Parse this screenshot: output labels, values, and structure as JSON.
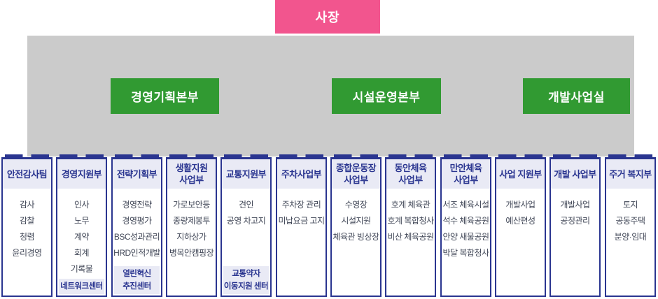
{
  "colors": {
    "root_pink": "#f2558e",
    "division_green": "#319a32",
    "border_navy": "#2a3590",
    "header_lavender": "#e9eaf5",
    "background_gray": "#cbcbcb",
    "body_text": "#424858"
  },
  "org": {
    "root": {
      "label": "사장"
    },
    "divisions": [
      {
        "label": "경영기획본부"
      },
      {
        "label": "시설운영본부"
      },
      {
        "label": "개발사업실"
      }
    ],
    "departments": [
      {
        "title_lines": [
          "안전감사팀"
        ],
        "items": [
          "감사",
          "감찰",
          "청렴",
          "윤리경영"
        ]
      },
      {
        "title_lines": [
          "경영지원부"
        ],
        "items": [
          "인사",
          "노무",
          "계약",
          "회계",
          "기록물"
        ],
        "sub_lines": [
          "네트워크센터"
        ]
      },
      {
        "title_lines": [
          "전략기획부"
        ],
        "items": [
          "경영전략",
          "경영평가",
          "BSC성과관리",
          "HRD인적개발"
        ],
        "sub_lines": [
          "열린혁신",
          "추진센터"
        ]
      },
      {
        "title_lines": [
          "생활지원",
          "사업부"
        ],
        "items": [
          "가로보안등",
          "종량제봉투",
          "지하상가",
          "병목안캠핑장"
        ]
      },
      {
        "title_lines": [
          "교통지원부"
        ],
        "items": [
          "견인",
          "공영 차고지"
        ],
        "sub_lines": [
          "교통약자",
          "이동지원 센터"
        ]
      },
      {
        "title_lines": [
          "주차사업부"
        ],
        "items": [
          "주차장 관리",
          "미납요금 고지"
        ]
      },
      {
        "title_lines": [
          "종합운동장",
          "사업부"
        ],
        "items": [
          "수영장",
          "시설지원",
          "체육관 빙상장"
        ]
      },
      {
        "title_lines": [
          "동안체육",
          "사업부"
        ],
        "items": [
          "호계 체육관",
          "호계 복합청사",
          "비산 체육공원"
        ]
      },
      {
        "title_lines": [
          "만안체육",
          "사업부"
        ],
        "items": [
          "서조 체육시설",
          "석수 체육공원",
          "안양 새물공원",
          "박달 복합청사"
        ]
      },
      {
        "title_lines": [
          "사업 지원부"
        ],
        "items": [
          "개발사업",
          "예산편성"
        ]
      },
      {
        "title_lines": [
          "개발 사업부"
        ],
        "items": [
          "개발사업",
          "공정관리"
        ]
      },
      {
        "title_lines": [
          "주거 복지부"
        ],
        "items": [
          "토지",
          "공동주택",
          "분양·임대"
        ]
      }
    ]
  }
}
